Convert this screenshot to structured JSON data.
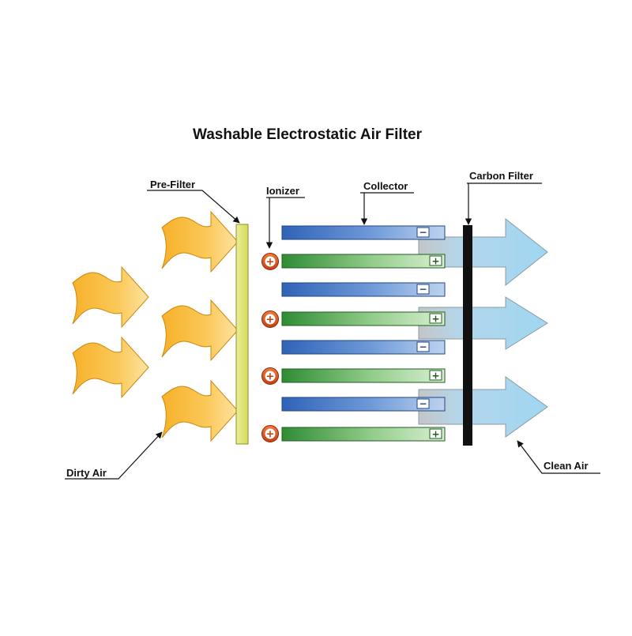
{
  "title": "Washable Electrostatic Air Filter",
  "labels": {
    "pre_filter": "Pre-Filter",
    "ionizer": "Ionizer",
    "collector": "Collector",
    "carbon_filter": "Carbon Filter",
    "dirty_air": "Dirty Air",
    "clean_air": "Clean Air"
  },
  "symbols": {
    "positive": "+",
    "negative": "−"
  },
  "colors": {
    "dirty_air": "#f5a91c",
    "pre_filter": "#dfe67a",
    "ionizer": "#e0501e",
    "negative_plate": "#3a72c6",
    "positive_plate": "#3f9a3f",
    "carbon_filter": "#111111",
    "clean_air": "#9fd6f2"
  }
}
